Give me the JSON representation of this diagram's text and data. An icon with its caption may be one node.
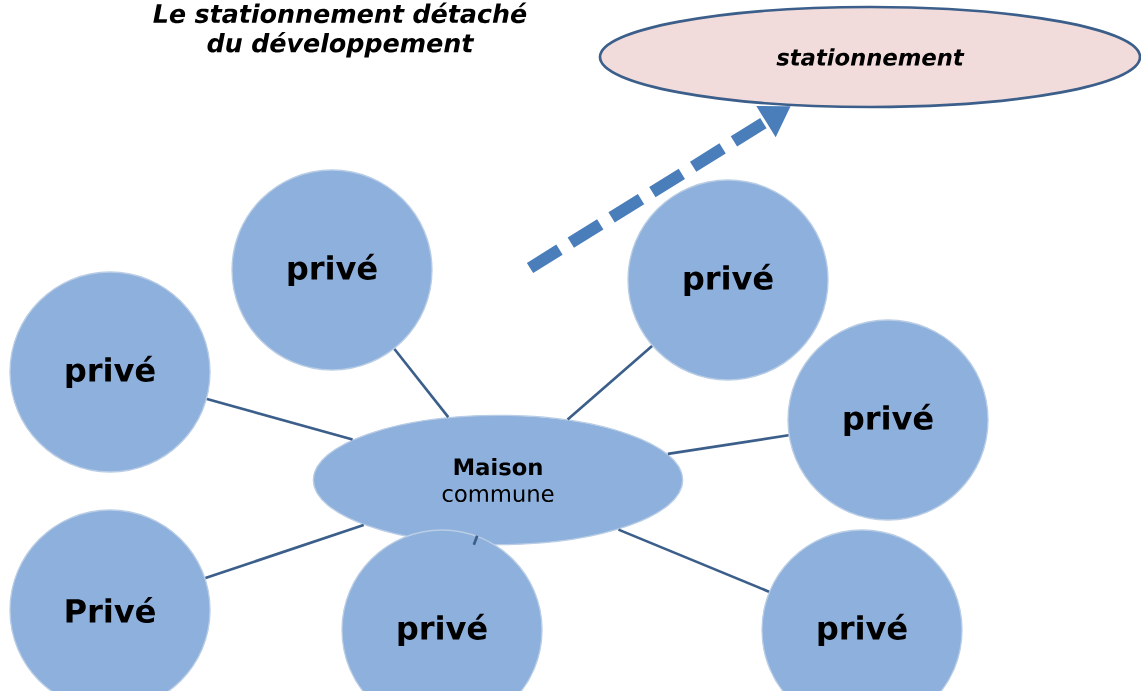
{
  "diagram": {
    "title": "Le stationnement détaché du développement",
    "nodes": [
      {
        "text": [
          "stationnement"
        ]
      },
      {
        "text": [
          "**Maison** commune"
        ]
      },
      {
        "text": [
          "privé"
        ]
      },
      {
        "text": [
          "privé"
        ]
      },
      {
        "text": [
          "privé"
        ]
      },
      {
        "text": [
          "privé"
        ]
      },
      {
        "text": [
          "Privé"
        ]
      },
      {
        "text": [
          "privé"
        ]
      },
      {
        "text": [
          "privé"
        ]
      }
    ],
    "edges": [
      {
        "from": null,
        "to": 0,
        "arrow": "to",
        "style": "dashed",
        "color": "#4a7ebb"
      },
      {
        "from": 1,
        "to": 2,
        "arrow": "none"
      },
      {
        "from": 1,
        "to": 3,
        "arrow": "none"
      },
      {
        "from": 1,
        "to": 4,
        "arrow": "none"
      },
      {
        "from": 1,
        "to": 5,
        "arrow": "none"
      },
      {
        "from": 1,
        "to": 6,
        "arrow": "none"
      },
      {
        "from": 1,
        "to": 7,
        "arrow": "none"
      },
      {
        "from": 1,
        "to": 8,
        "arrow": "none"
      }
    ]
  }
}
